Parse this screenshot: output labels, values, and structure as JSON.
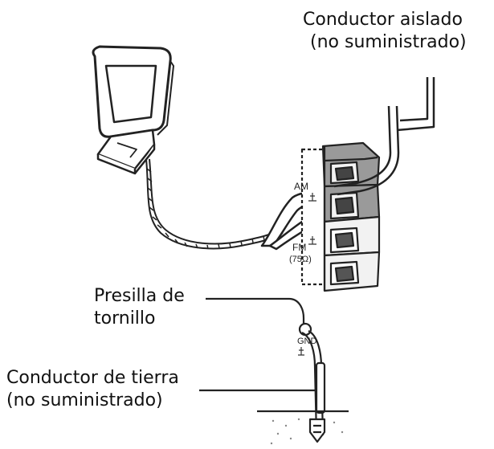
{
  "labels": {
    "insulated_wire": {
      "line1": "Conductor aislado",
      "line2": "(no suministrado)"
    },
    "screw_clamp": {
      "line1": "Presilla de",
      "line2": "tornillo"
    },
    "ground_wire": {
      "line1": "Conductor de tierra",
      "line2": "(no suministrado)"
    }
  },
  "terminal_labels": {
    "am": "AM",
    "fm": "FM",
    "fm_impedance": "(75Ω)",
    "gnd": "GND"
  },
  "colors": {
    "stroke": "#222222",
    "terminal_face": "#f2f2f2",
    "terminal_shadow": "#9a9a9a",
    "ground_hatch": "#888888"
  }
}
